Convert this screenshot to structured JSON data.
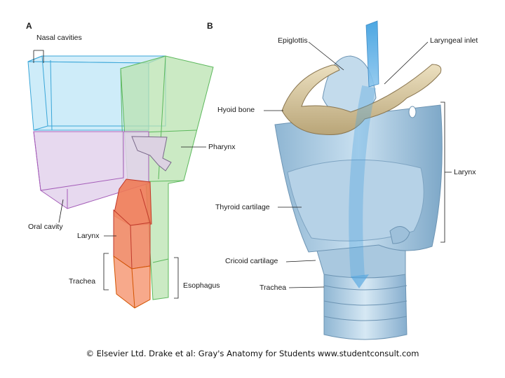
{
  "panels": {
    "a": {
      "letter": "A",
      "labels": {
        "nasal_cavities": "Nasal cavities",
        "pharynx": "Pharynx",
        "oral_cavity": "Oral cavity",
        "larynx": "Larynx",
        "trachea": "Trachea",
        "esophagus": "Esophagus"
      }
    },
    "b": {
      "letter": "B",
      "labels": {
        "epiglottis": "Epiglottis",
        "laryngeal_inlet": "Laryngeal inlet",
        "hyoid_bone": "Hyoid bone",
        "larynx": "Larynx",
        "thyroid_cartilage": "Thyroid cartilage",
        "cricoid_cartilage": "Cricoid cartilage",
        "trachea": "Trachea"
      }
    }
  },
  "footer": "© Elsevier Ltd. Drake et al: Gray's Anatomy for Students www.studentconsult.com",
  "colors": {
    "nasal": "#bfe6f7",
    "nasal_edge": "#3aa6d8",
    "pharynx": "#b9e3b0",
    "pharynx_edge": "#5cb85c",
    "oral": "#e3d2ec",
    "oral_edge": "#a45cb8",
    "larynx": "#ee7a55",
    "trachea": "#f6a07e",
    "cartilage": "#b8d4e8",
    "bone": "#d8c8a0"
  }
}
